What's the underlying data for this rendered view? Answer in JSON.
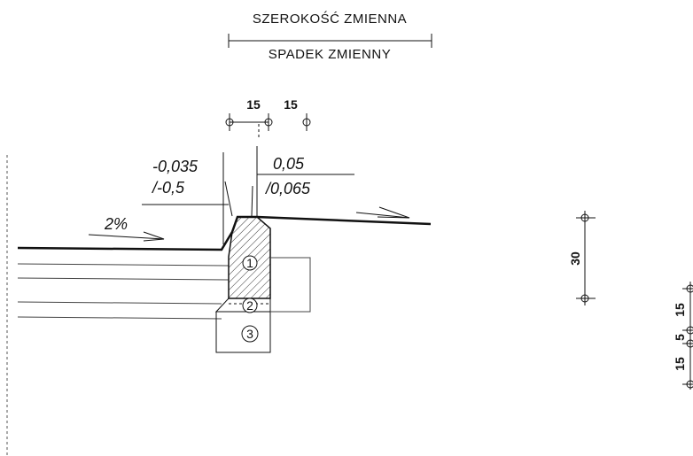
{
  "header": {
    "width_label": "SZEROKOŚĆ ZMIENNA",
    "slope_label": "SPADEK ZMIENNY"
  },
  "dimensions": {
    "top_left": "15",
    "top_right": "15",
    "thickness_total": "30",
    "right_a": "15",
    "right_b": "5",
    "right_c": "15"
  },
  "slopes": {
    "left_upper": "-0,035",
    "left_lower": "/-0,5",
    "right_upper": "0,05",
    "right_lower": "/0,065",
    "road": "2%"
  },
  "layers": {
    "one": "1",
    "two": "2",
    "three": "3"
  }
}
